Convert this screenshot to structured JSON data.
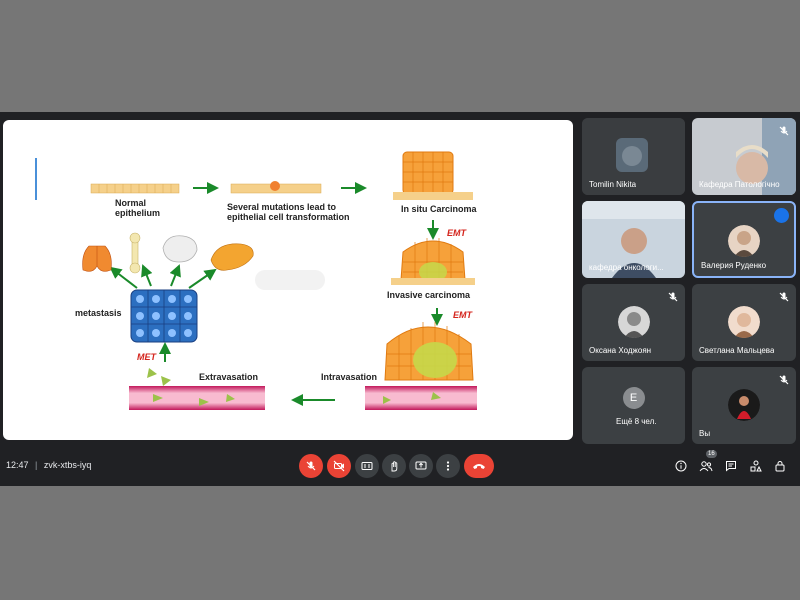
{
  "slide": {
    "labels": {
      "normal": "Normal\nepithelium",
      "mutations": "Several mutations lead to\nepithelial cell transformation",
      "insitu": "In situ Carcinoma",
      "emt1": "EMT",
      "invasive": "Invasive carcinoma",
      "emt2": "EMT",
      "metastasis": "metastasis",
      "met": "MET",
      "extravasation": "Extravasation",
      "intravasation": "Intravasation"
    }
  },
  "participants": [
    {
      "name": "Tomilin Nikita",
      "muted": false,
      "kind": "video"
    },
    {
      "name": "Кафедра Патологічно",
      "muted": true,
      "kind": "video"
    },
    {
      "name": "кафедра онкологи...",
      "muted": false,
      "kind": "video"
    },
    {
      "name": "Валерия Руденко",
      "muted": false,
      "kind": "avatar",
      "speaking": true
    },
    {
      "name": "Оксана Ходжоян",
      "muted": true,
      "kind": "avatar"
    },
    {
      "name": "Светлана Мальцева",
      "muted": true,
      "kind": "avatar"
    },
    {
      "name": "Ещё 8 чел.",
      "muted": false,
      "kind": "more",
      "initial": "E"
    },
    {
      "name": "Вы",
      "muted": true,
      "kind": "avatar"
    }
  ],
  "meeting": {
    "time": "12:47",
    "separator": "|",
    "code": "zvk-xtbs-iyq",
    "people_count": "16"
  },
  "colors": {
    "background": "#202124",
    "tile": "#3c4043",
    "danger": "#ea4335",
    "accent": "#1a73e8"
  }
}
